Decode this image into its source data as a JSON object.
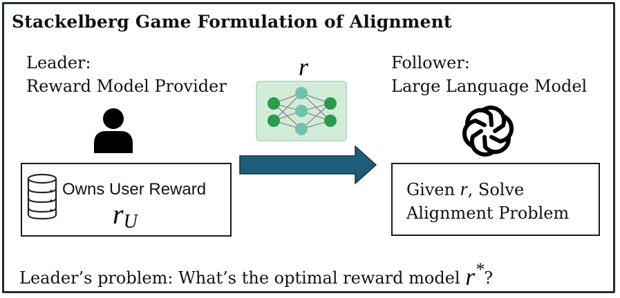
{
  "title": "Stackelberg Game Formulation of Alignment",
  "leader": {
    "role": "Leader:",
    "description": "Reward Model Provider",
    "icon": "person-icon",
    "box_text": "Owns User Reward",
    "reward_symbol": "r",
    "reward_subscript": "U"
  },
  "transfer": {
    "symbol": "r",
    "icon": "neural-network-icon",
    "arrow_color": "#1f5c7a"
  },
  "follower": {
    "role": "Follower:",
    "description": "Large Language Model",
    "icon": "openai-logo-icon",
    "box_prefix": "Given",
    "box_symbol": "r",
    "box_rest": ",  Solve",
    "box_line2": "Alignment Problem"
  },
  "question": {
    "prefix": "Leader’s problem: What’s the optimal reward model",
    "symbol": "r",
    "superscript": "*",
    "suffix": "?"
  },
  "colors": {
    "border": "#1f2b33",
    "arrow": "#1f5c7a",
    "nn_panel": "#d3ecd9",
    "nn_node_dark": "#2a9a4c",
    "nn_node_light": "#71c2ad"
  }
}
